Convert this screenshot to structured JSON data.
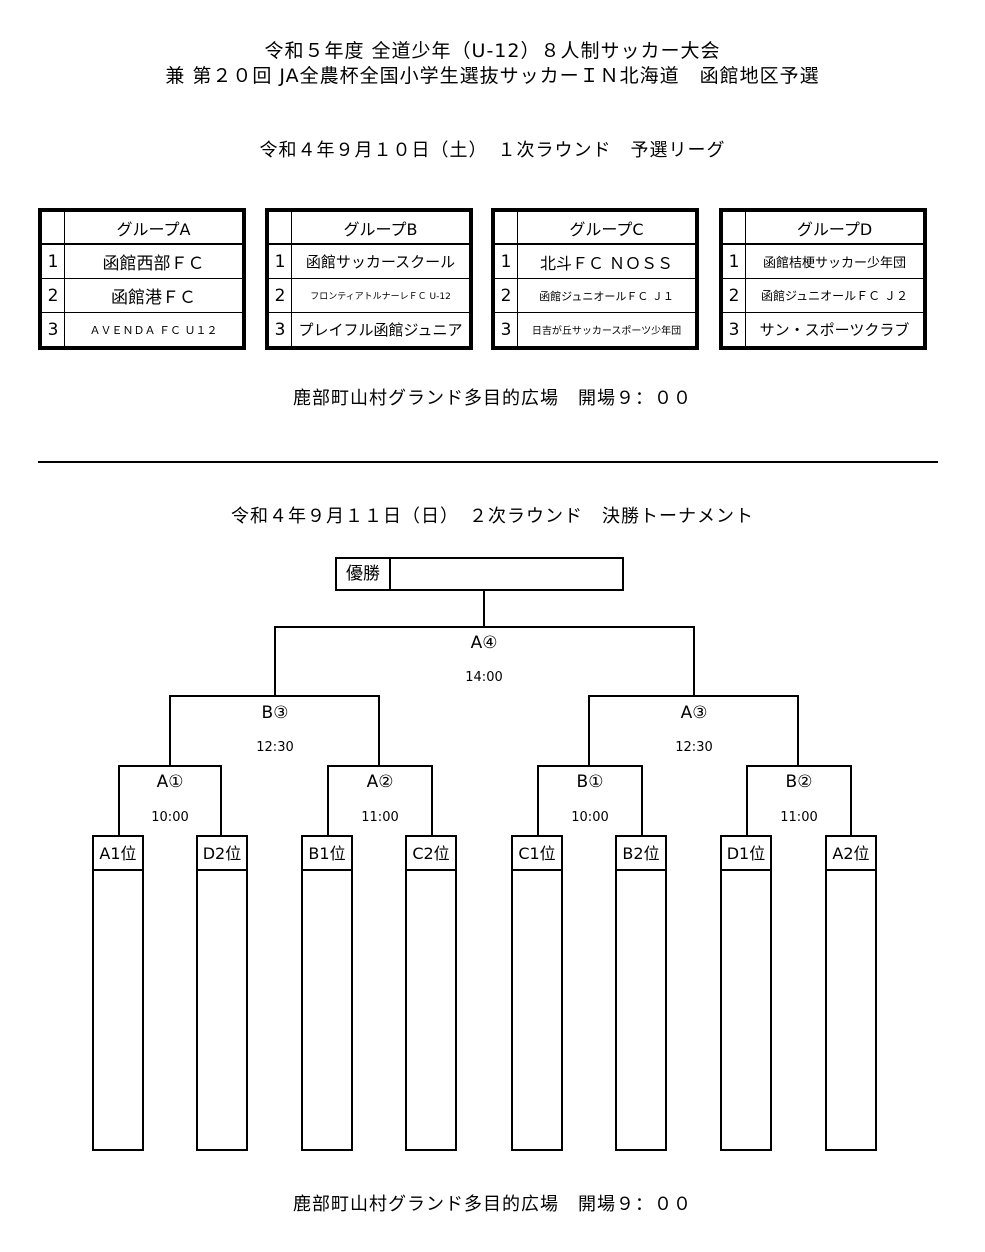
{
  "header": {
    "title_line1": "令和５年度 全道少年（U-12）８人制サッカー大会",
    "title_line2": "兼 第２０回 JA全農杯全国小学生選抜サッカーＩＮ北海道　函館地区予選"
  },
  "round1": {
    "date": "令和４年９月１０日（土）　１次ラウンド　予選リーグ",
    "groups": [
      {
        "name": "グループA",
        "teams": [
          {
            "num": "1",
            "name": "函館西部ＦＣ"
          },
          {
            "num": "2",
            "name": "函館港ＦＣ"
          },
          {
            "num": "3",
            "name": "ＡＶＥＮＤＡ ＦＣ Ｕ１２"
          }
        ]
      },
      {
        "name": "グループB",
        "teams": [
          {
            "num": "1",
            "name": "函館サッカースクール"
          },
          {
            "num": "2",
            "name": "フロンティアトルナーレＦＣ U-12"
          },
          {
            "num": "3",
            "name": "プレイフル函館ジュニア"
          }
        ]
      },
      {
        "name": "グループC",
        "teams": [
          {
            "num": "1",
            "name": "北斗ＦＣ ＮＯＳＳ"
          },
          {
            "num": "2",
            "name": "函館ジュニオールＦＣ Ｊ１"
          },
          {
            "num": "3",
            "name": "日吉が丘サッカースポーツ少年団"
          }
        ]
      },
      {
        "name": "グループD",
        "teams": [
          {
            "num": "1",
            "name": "函館桔梗サッカー少年団"
          },
          {
            "num": "2",
            "name": "函館ジュニオールＦＣ Ｊ２"
          },
          {
            "num": "3",
            "name": "サン・スポーツクラブ"
          }
        ]
      }
    ],
    "venue": "鹿部町山村グランド多目的広場　開場９：００"
  },
  "round2": {
    "date": "令和４年９月１１日（日）　２次ラウンド　決勝トーナメント",
    "winner_label": "優勝",
    "matches": {
      "final": {
        "label": "A④",
        "time": "14:00"
      },
      "semi_left": {
        "label": "B③",
        "time": "12:30"
      },
      "semi_right": {
        "label": "A③",
        "time": "12:30"
      },
      "qf1": {
        "label": "A①",
        "time": "10:00"
      },
      "qf2": {
        "label": "A②",
        "time": "11:00"
      },
      "qf3": {
        "label": "B①",
        "time": "10:00"
      },
      "qf4": {
        "label": "B②",
        "time": "11:00"
      }
    },
    "slots": [
      "A1位",
      "D2位",
      "B1位",
      "C2位",
      "C1位",
      "B2位",
      "D1位",
      "A2位"
    ],
    "venue": "鹿部町山村グランド多目的広場　開場９：００"
  }
}
